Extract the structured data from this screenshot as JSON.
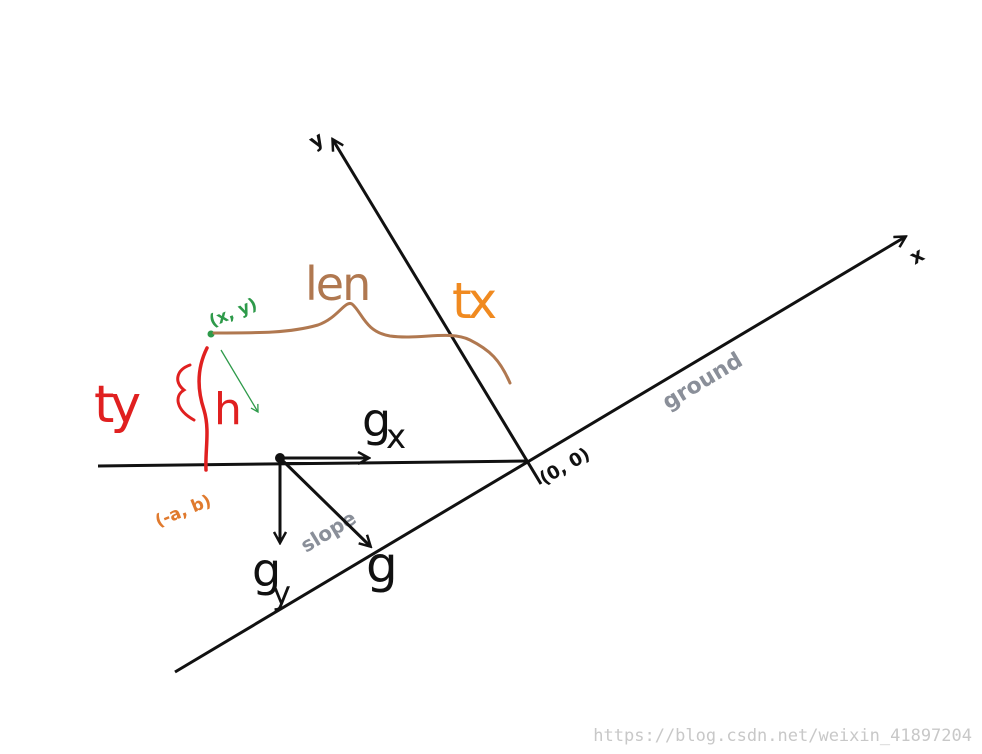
{
  "labels": {
    "y_axis": "y",
    "x_axis": "x",
    "ground": "ground",
    "slope": "slope",
    "origin": "(0, 0)",
    "point_xy": "(x, y)",
    "point_ab": "(-a, b)",
    "len": "len",
    "tx": "tx",
    "ty": "ty",
    "h": "h",
    "gx_g": "g",
    "gx_sub": "x",
    "gy_g": "g",
    "gy_sub": "y",
    "g": "g"
  },
  "watermark": "https://blog.csdn.net/weixin_41897204",
  "colors": {
    "axis": "#111111",
    "ground_label": "#8a8f99",
    "point_xy": "#2e9a4a",
    "point_ab": "#e07a2e",
    "len": "#b07850",
    "tx": "#f08a20",
    "ty": "#e02020",
    "watermark": "#c8c8c8"
  }
}
